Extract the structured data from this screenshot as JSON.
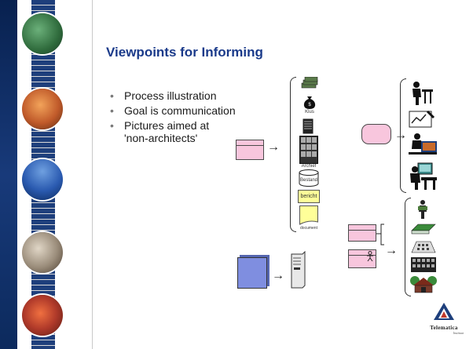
{
  "slide": {
    "title": "Viewpoints for Informing",
    "bullets": [
      "Process illustration",
      "Goal is communication",
      "Pictures aimed at 'non-architects'"
    ]
  },
  "icon_labels": {
    "klus": "Klus",
    "archief": "Archief",
    "bestand": "Bestand",
    "bericht": "bericht",
    "document": "document"
  },
  "logo": {
    "name": "Telematica",
    "sub": "Instituut"
  },
  "colors": {
    "title": "#1a3a8a",
    "pink": "#f8c6dd",
    "blue_box": "#7f8ee0",
    "yellow": "#ffff99"
  }
}
